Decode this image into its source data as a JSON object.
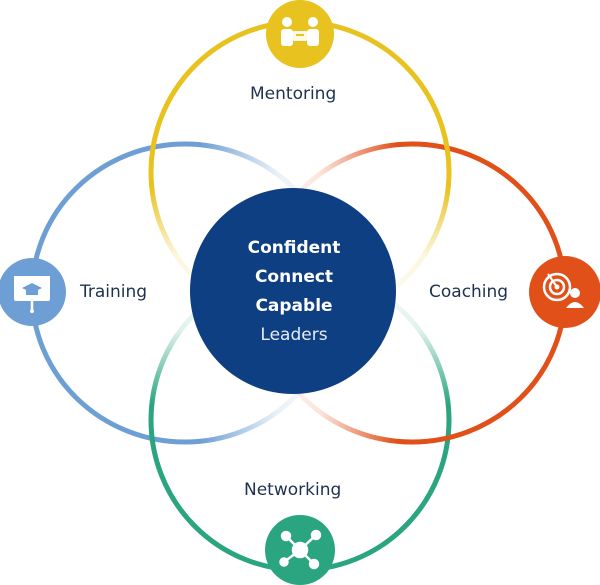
{
  "center": {
    "line1": "Confident",
    "line2": "Connect",
    "line3": "Capable",
    "line4": "Leaders",
    "color": "#0d3f82"
  },
  "nodes": {
    "mentoring": {
      "label": "Mentoring",
      "color": "#e8c21f",
      "icon": "mentoring-people-icon"
    },
    "coaching": {
      "label": "Coaching",
      "color": "#e2501a",
      "icon": "target-person-icon"
    },
    "networking": {
      "label": "Networking",
      "color": "#2aa57f",
      "icon": "network-nodes-icon"
    },
    "training": {
      "label": "Training",
      "color": "#6e9fd4",
      "icon": "presentation-board-icon"
    }
  }
}
